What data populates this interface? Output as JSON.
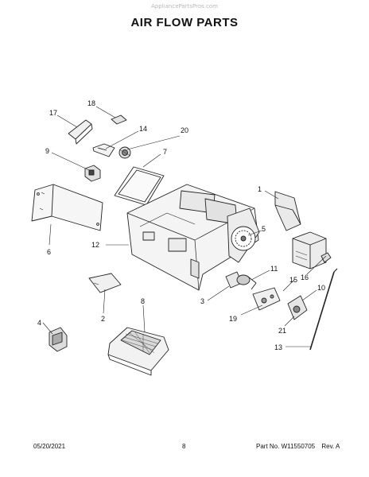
{
  "watermark": "AppliancePartsPros.com",
  "title": "AIR FLOW PARTS",
  "callouts": {
    "c1": "1",
    "c2": "2",
    "c3": "3",
    "c4": "4",
    "c5": "5",
    "c6": "6",
    "c7": "7",
    "c8": "8",
    "c9": "9",
    "c10": "10",
    "c11": "11",
    "c12": "12",
    "c13": "13",
    "c14": "14",
    "c15": "15",
    "c16": "16",
    "c17": "17",
    "c18": "18",
    "c19": "19",
    "c20": "20",
    "c21": "21"
  },
  "footer": {
    "date": "05/20/2021",
    "page": "8",
    "part_no": "Part No. W11550705",
    "rev": "Rev. A"
  }
}
